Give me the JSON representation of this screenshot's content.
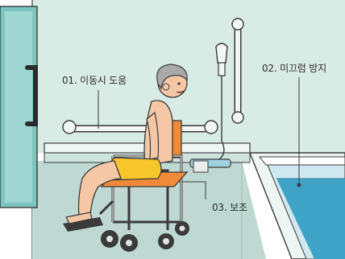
{
  "labels": {
    "moving_assistance": "01. 이동시 도움",
    "slip_prevention": "02. 미끄럼 방지",
    "assistance": "03. 보조"
  },
  "colors": {
    "wall": "#d9ebe5",
    "floor": "#bfd9d2",
    "tub_water": "#3fa3c8",
    "chair_seat": "#f08a3a",
    "towel": "#f7c62b",
    "skin": "#f6c7a6",
    "outline": "#3a3a3a"
  }
}
